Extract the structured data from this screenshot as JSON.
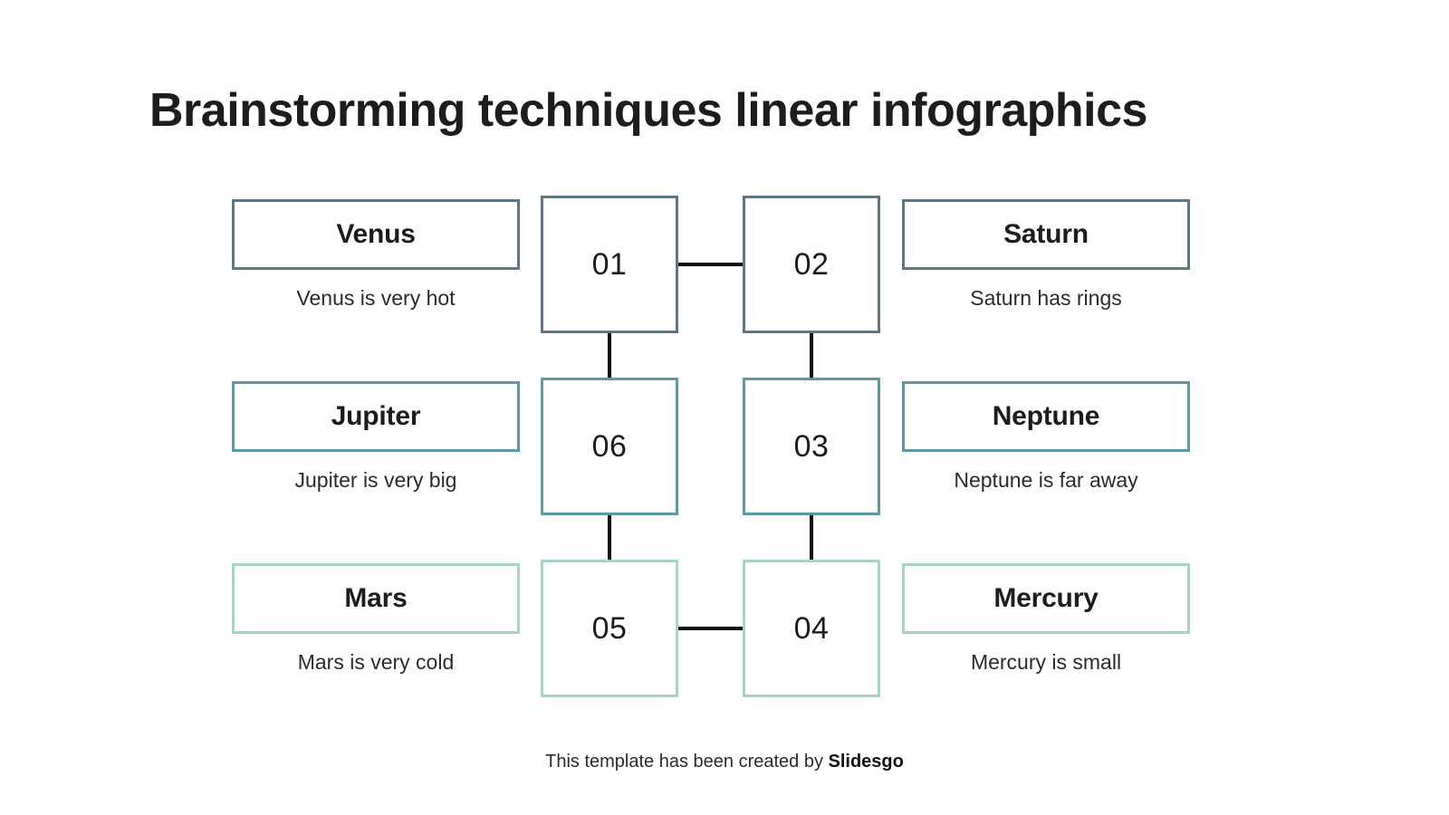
{
  "title": "Brainstorming techniques linear infographics",
  "colors": {
    "row1_border": "#5d7883",
    "row2_border": "#5c9aa6",
    "row3_border": "#a5d5c5",
    "connector": "#111111",
    "text": "#1d1d1d",
    "background": "#ffffff"
  },
  "numbers": {
    "n01": "01",
    "n02": "02",
    "n03": "03",
    "n04": "04",
    "n05": "05",
    "n06": "06"
  },
  "cards": {
    "venus": {
      "label": "Venus",
      "desc": "Venus is very hot"
    },
    "saturn": {
      "label": "Saturn",
      "desc": "Saturn has rings"
    },
    "jupiter": {
      "label": "Jupiter",
      "desc": "Jupiter is very big"
    },
    "neptune": {
      "label": "Neptune",
      "desc": "Neptune is far away"
    },
    "mars": {
      "label": "Mars",
      "desc": "Mars is very cold"
    },
    "mercury": {
      "label": "Mercury",
      "desc": "Mercury is small"
    }
  },
  "footer": {
    "prefix": "This template has been created by ",
    "brand": "Slidesgo"
  }
}
